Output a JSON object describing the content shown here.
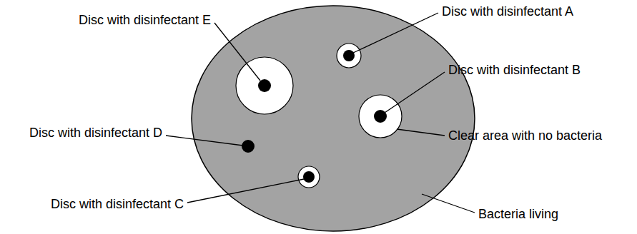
{
  "diagram": {
    "labels": [
      "Disc with disinfectant A",
      "Disc with disinfectant E",
      "Disc with disinfectant B",
      "Clear area with no bacteria",
      "Disc with disinfectant D",
      "Disc with disinfectant C",
      "Bacteria living"
    ]
  }
}
